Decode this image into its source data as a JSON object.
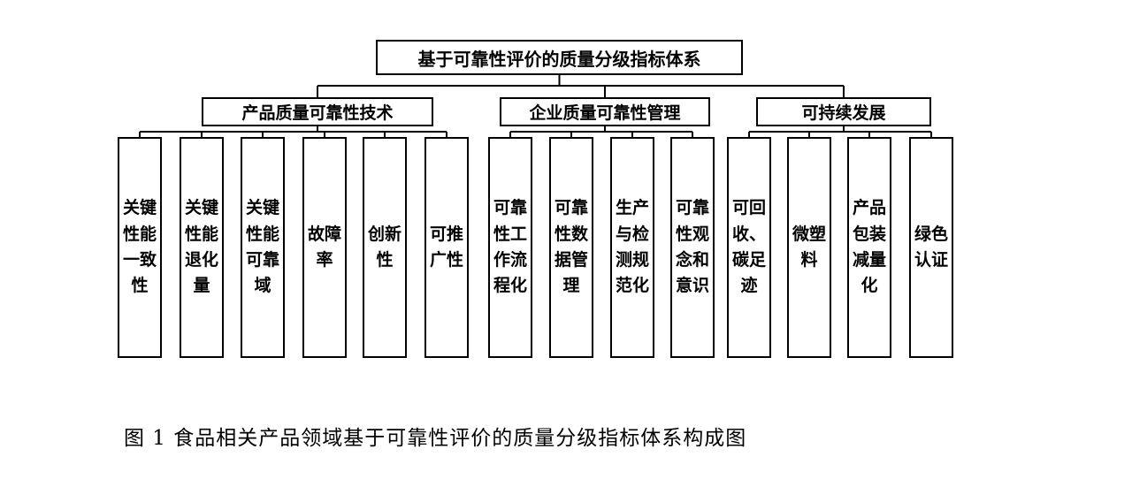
{
  "diagram": {
    "root": {
      "label": "基于可靠性评价的质量分级指标体系"
    },
    "branches": [
      {
        "label": "产品质量可靠性技术",
        "leaves": [
          {
            "label": "关键性能一致性"
          },
          {
            "label": "关键性能退化量"
          },
          {
            "label": "关键性能可靠域"
          },
          {
            "label": "故障率"
          },
          {
            "label": "创新性"
          },
          {
            "label": "可推广性"
          }
        ]
      },
      {
        "label": "企业质量可靠性管理",
        "leaves": [
          {
            "label": "可靠性工作流程化"
          },
          {
            "label": "可靠性数据管理"
          },
          {
            "label": "生产与检测规范化"
          },
          {
            "label": "可靠性观念和意识"
          }
        ]
      },
      {
        "label": "可持续发展",
        "leaves": [
          {
            "label": "可回收、碳足迹"
          },
          {
            "label": "微塑料"
          },
          {
            "label": "产品包装减量化"
          },
          {
            "label": "绿色认证"
          }
        ]
      }
    ]
  },
  "caption": {
    "text": "图 1 食品相关产品领域基于可靠性评价的质量分级指标体系构成图"
  },
  "colors": {
    "line": "#000000",
    "background": "#ffffff"
  }
}
